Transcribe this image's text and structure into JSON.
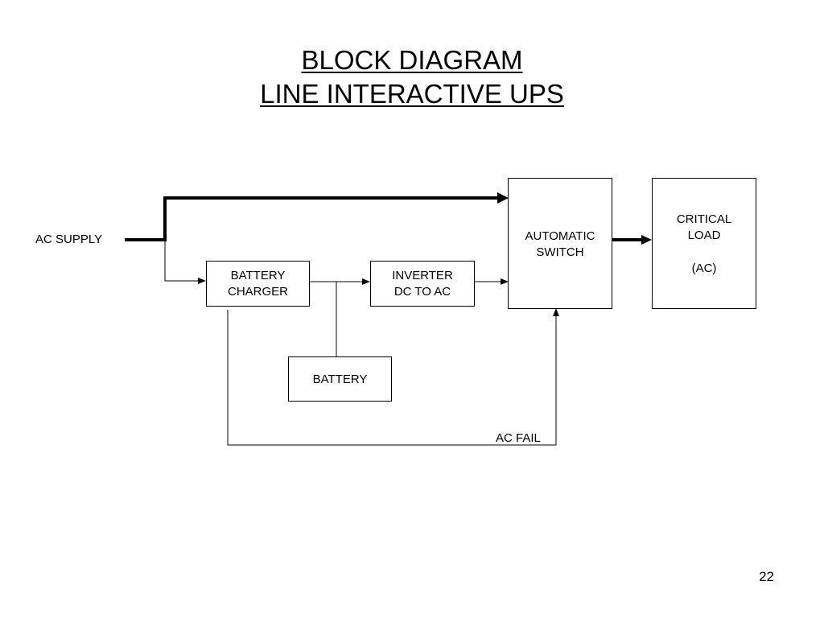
{
  "title": {
    "line1": "BLOCK DIAGRAM",
    "line2": "LINE INTERACTIVE UPS"
  },
  "blocks": {
    "battery_charger": {
      "line1": "BATTERY",
      "line2": "CHARGER"
    },
    "inverter": {
      "line1": "INVERTER",
      "line2": "DC TO AC"
    },
    "battery": {
      "line1": "BATTERY"
    },
    "automatic_switch": {
      "line1": "AUTOMATIC",
      "line2": "SWITCH"
    },
    "critical_load": {
      "line1": "CRITICAL",
      "line2": "LOAD",
      "line3": "(AC)"
    }
  },
  "labels": {
    "ac_supply": "AC SUPPLY",
    "ac_fail": "AC FAIL"
  },
  "page_number": "22"
}
